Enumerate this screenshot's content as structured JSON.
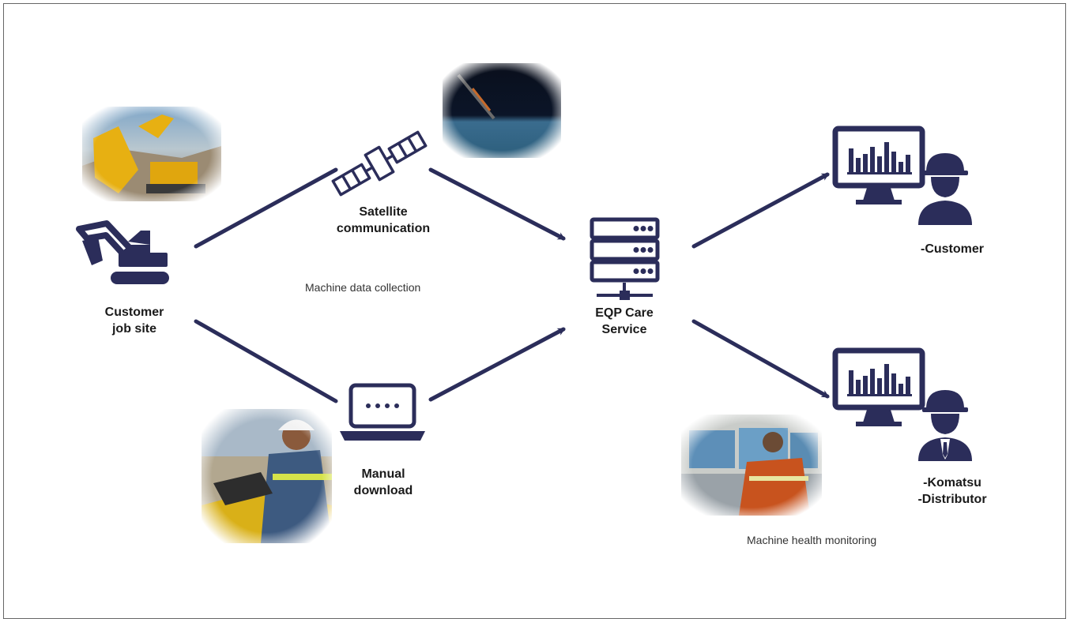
{
  "nodes": {
    "job_site": [
      "Customer",
      "job site"
    ],
    "satellite": [
      "Satellite",
      "communication"
    ],
    "manual": [
      "Manual",
      "download"
    ],
    "eqp": [
      "EQP Care",
      "Service"
    ],
    "customer": [
      "-Customer"
    ],
    "komatsu": [
      "-Komatsu",
      "-Distributor"
    ]
  },
  "captions": {
    "collection": "Machine data collection",
    "monitoring": "Machine health monitoring"
  },
  "colors": {
    "icon": "#2b2d5a",
    "photo_fade": "#ffffff"
  }
}
